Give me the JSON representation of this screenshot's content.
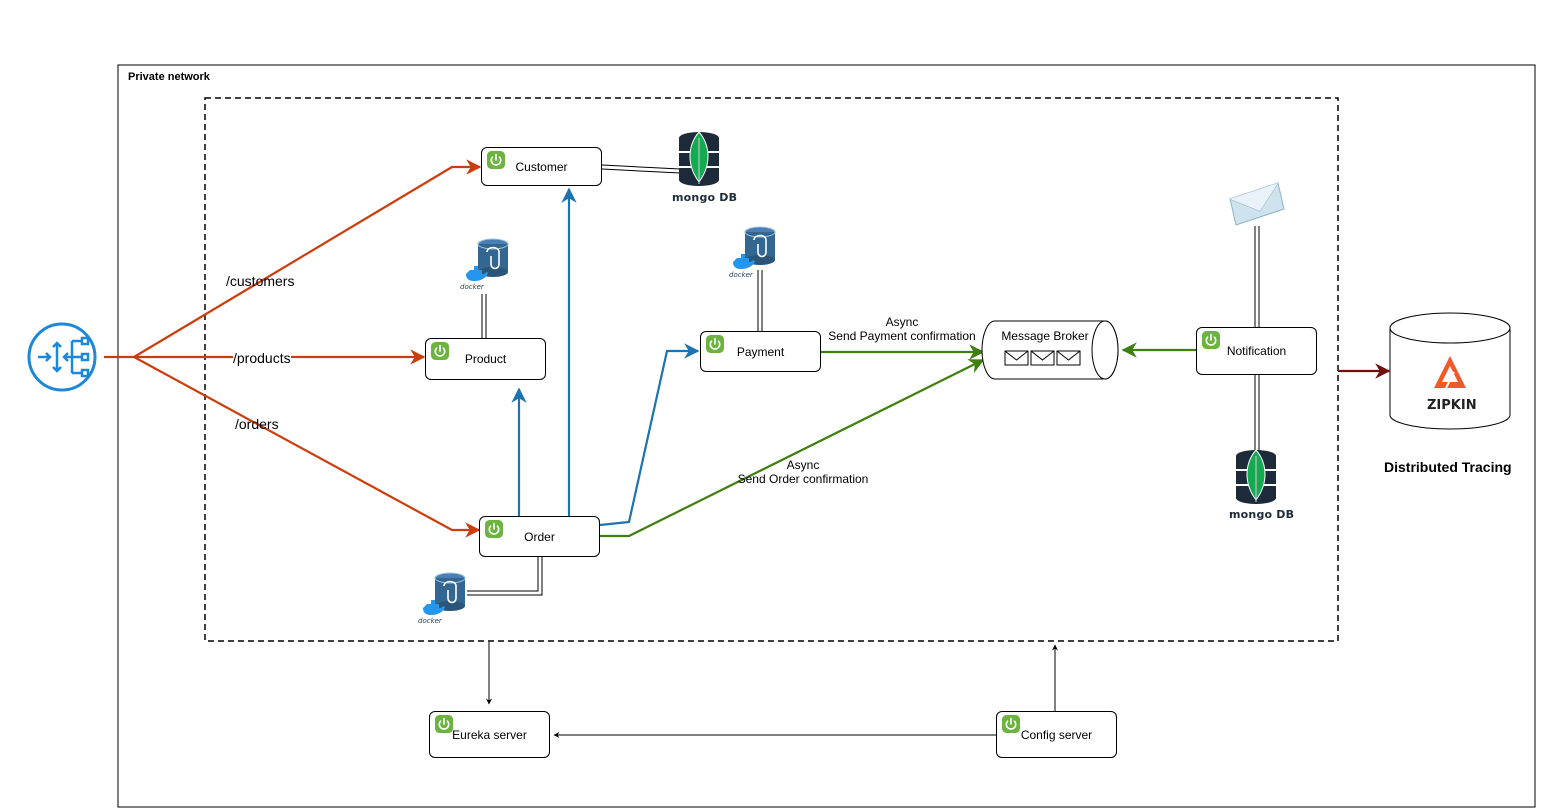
{
  "containers": {
    "private_network_label": "Private network"
  },
  "routes": {
    "customers": "/customers",
    "products": "/products",
    "orders": "/orders"
  },
  "services": {
    "customer": "Customer",
    "product": "Product",
    "order": "Order",
    "payment": "Payment",
    "notification": "Notification",
    "eureka": "Eureka server",
    "config": "Config server"
  },
  "broker": {
    "label": "Message Broker"
  },
  "notes": {
    "payment_async_line1": "Async",
    "payment_async_line2": "Send Payment confirmation",
    "order_async_line1": "Async",
    "order_async_line2": "Send Order confirmation"
  },
  "databases": {
    "mongo_label": "mongo DB",
    "docker_label": "docker"
  },
  "tracing": {
    "logo_text": "ZIPKIN",
    "title": "Distributed Tracing"
  },
  "colors": {
    "gateway_routes": "#cc3d0c",
    "sync_calls": "#1b74b0",
    "async_messages": "#3e7f10",
    "tracing": "#6e1111",
    "spring_green": "#6cb33f",
    "gateway_blue": "#1e88d8"
  },
  "icons": {
    "gateway": "api-gateway-icon",
    "spring": "spring-boot-icon",
    "mongo": "mongodb-icon",
    "postgres": "postgres-docker-icon",
    "email": "email-envelope-icon",
    "zipkin": "zipkin-icon"
  }
}
